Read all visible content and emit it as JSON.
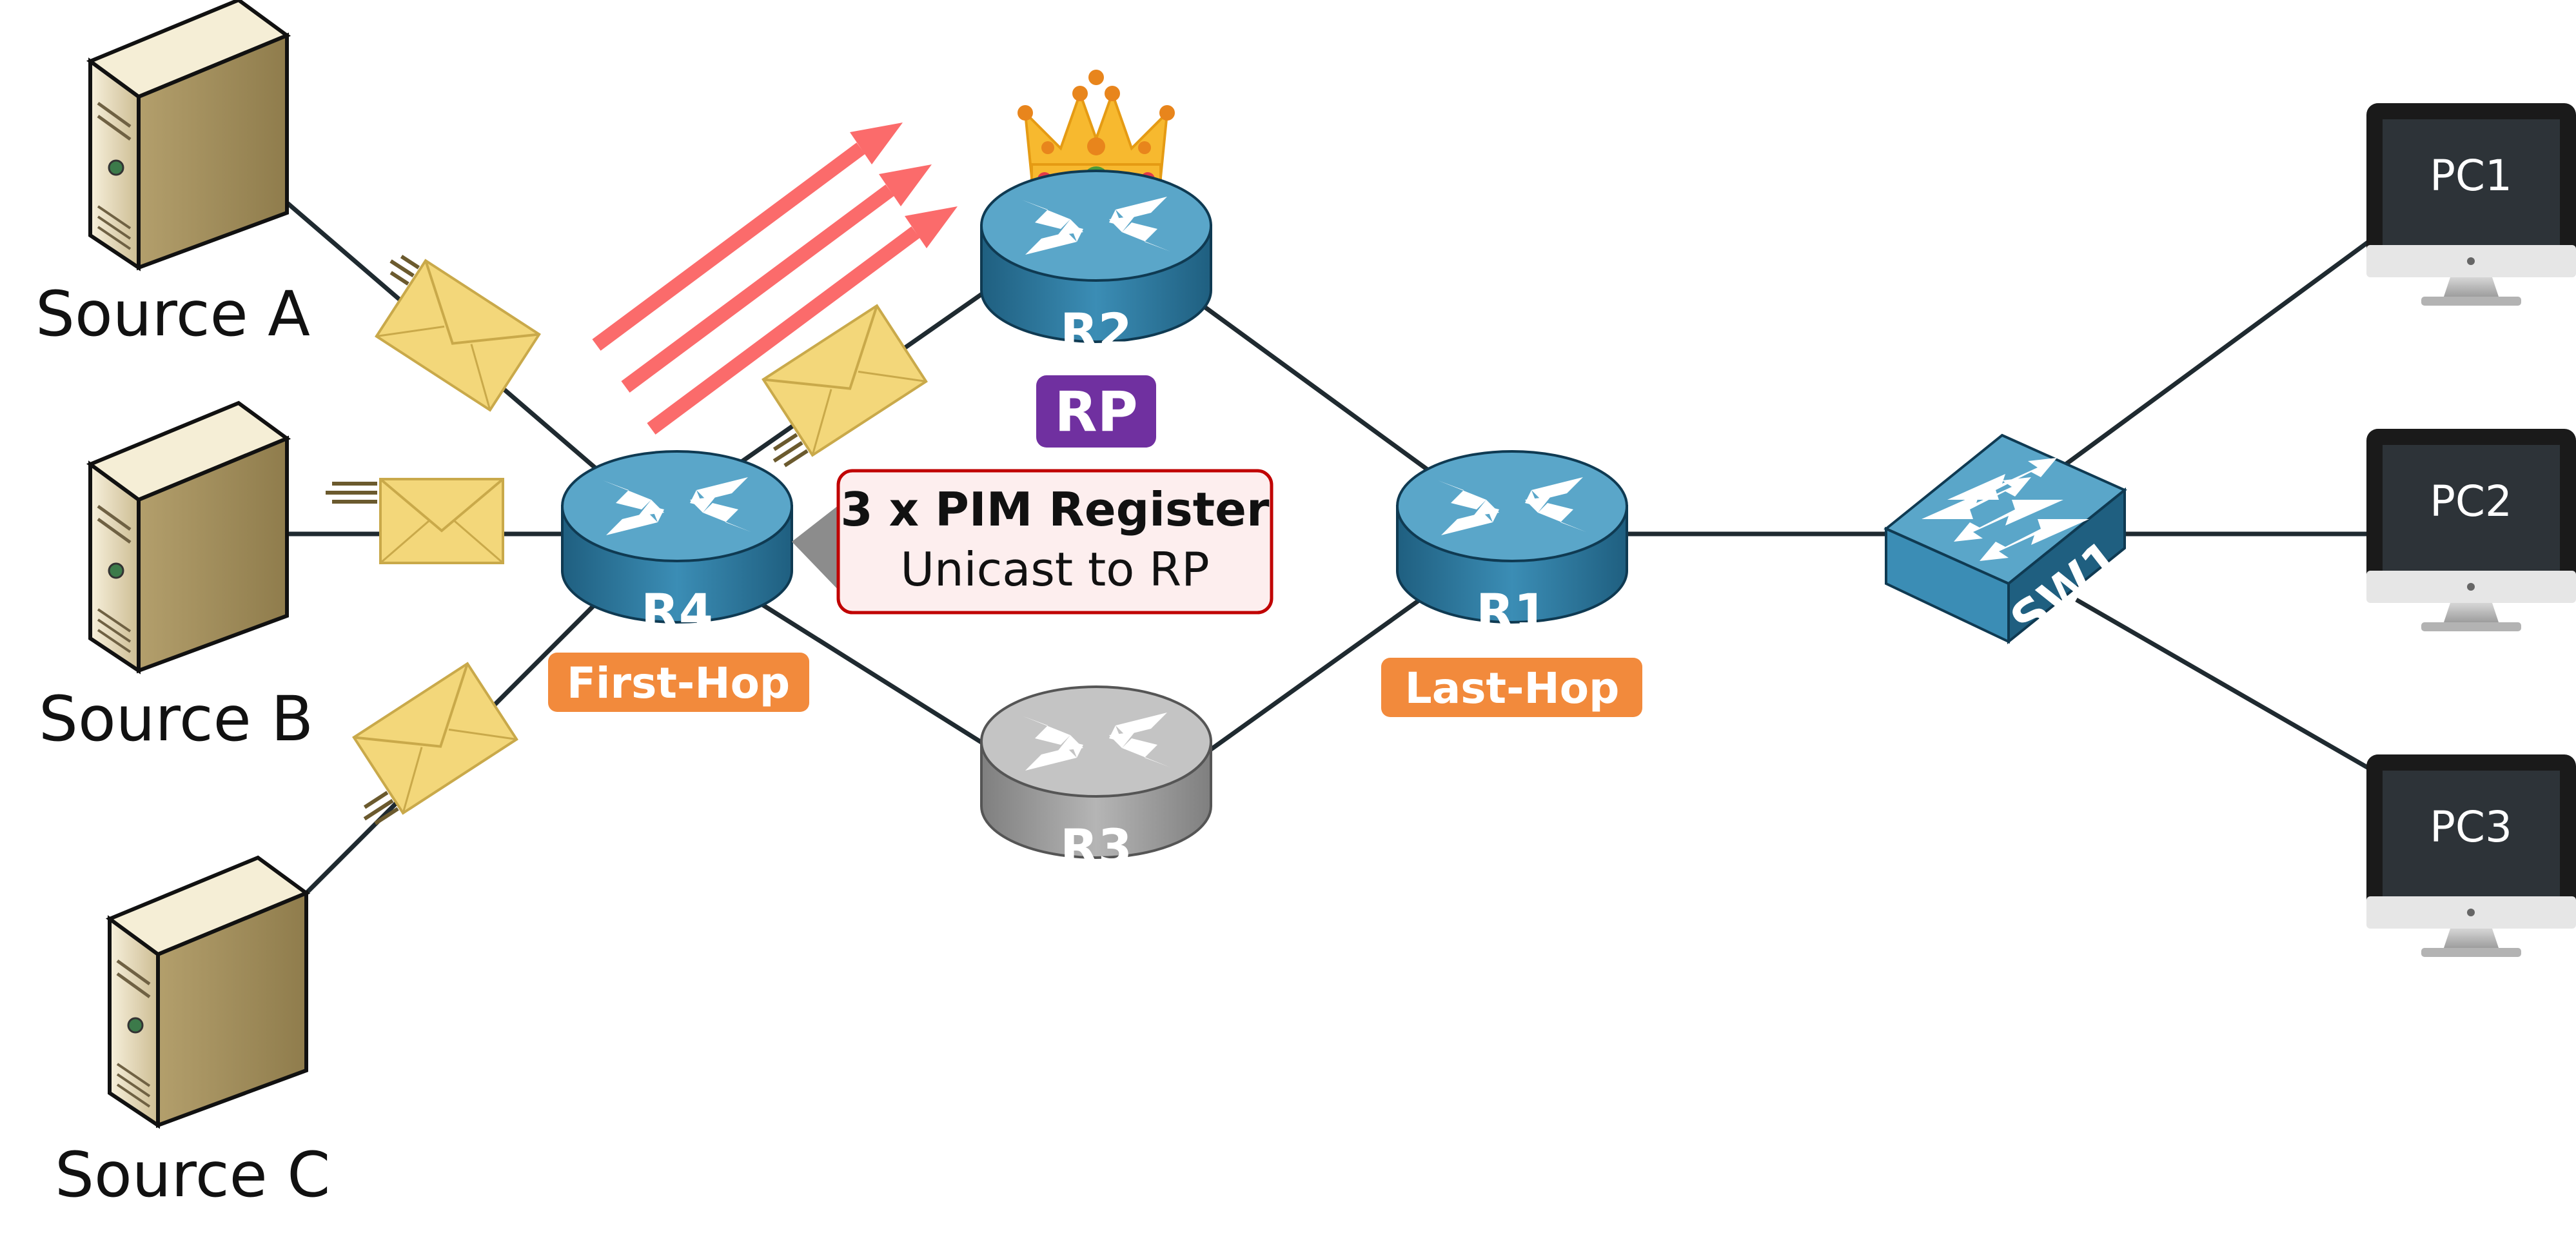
{
  "sources": [
    {
      "id": "source-a",
      "label": "Source A"
    },
    {
      "id": "source-b",
      "label": "Source B"
    },
    {
      "id": "source-c",
      "label": "Source C"
    }
  ],
  "routers": {
    "r4": {
      "label": "R4",
      "role": "First-Hop"
    },
    "r2": {
      "label": "R2",
      "role": "RP"
    },
    "r3": {
      "label": "R3"
    },
    "r1": {
      "label": "R1",
      "role": "Last-Hop"
    }
  },
  "switch": {
    "label": "SW1"
  },
  "pcs": [
    {
      "id": "pc1",
      "label": "PC1"
    },
    {
      "id": "pc2",
      "label": "PC2"
    },
    {
      "id": "pc3",
      "label": "PC3"
    }
  ],
  "callout": {
    "title": "3 x PIM Register",
    "subtitle": "Unicast to RP"
  },
  "register_arrow_count": 3,
  "colors": {
    "router_active": "#2f7ea4",
    "router_top": "#5aa6c9",
    "router_inactive": "#9a9a9a",
    "badge_orange": "#f28a3c",
    "badge_purple": "#7030a0",
    "arrow_red": "#fb6b6b",
    "callout_border": "#c00000",
    "callout_fill": "#fdeeee",
    "envelope": "#f3d77a",
    "link": "#1f2a30"
  },
  "icons": [
    "server-icon",
    "router-icon",
    "switch-icon",
    "monitor-icon",
    "envelope-icon",
    "crown-icon"
  ]
}
